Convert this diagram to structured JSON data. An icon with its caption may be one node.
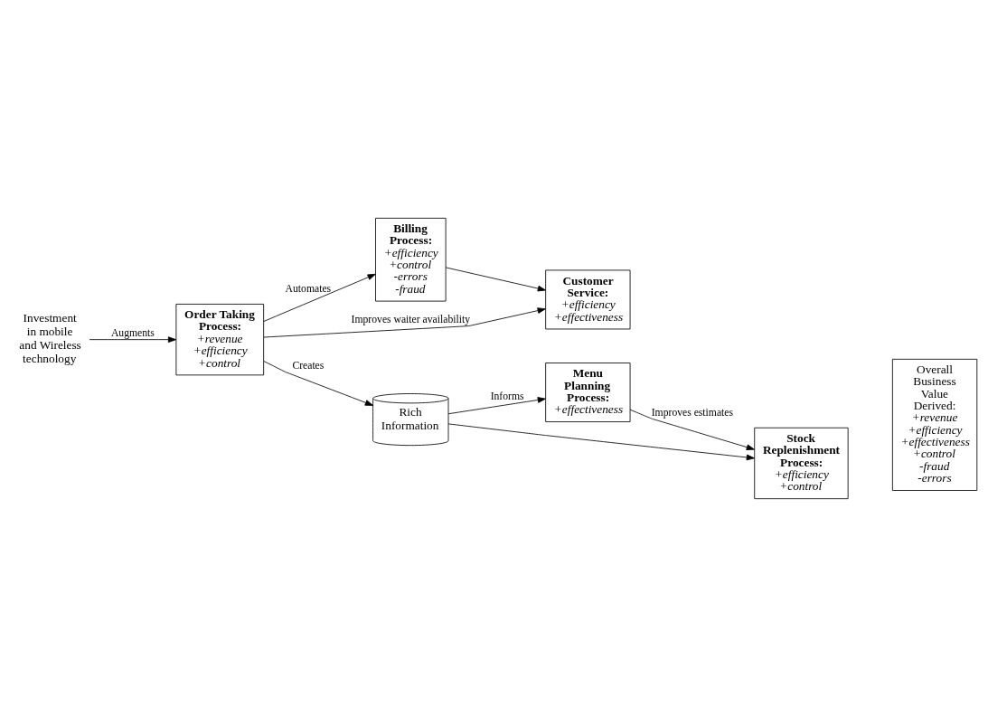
{
  "diagram": {
    "nodes": [
      {
        "text": [
          "Order Taking Process:",
          "+revenue",
          "+efficiency",
          "+control"
        ]
      },
      {
        "text": [
          "Billing Process:",
          "+efficiency",
          "+control",
          "-errors",
          "-fraud"
        ]
      },
      {
        "text": [
          "Customer Service:",
          "+efficiency",
          "+effectiveness"
        ]
      },
      {
        "text": [
          "Menu Planning Process:",
          "+effectiveness"
        ]
      },
      {
        "text": [
          "Rich Information"
        ]
      },
      {
        "text": [
          "Stock Replenishment Process:",
          "+efficiency",
          "+control"
        ]
      },
      {
        "text": [
          "Overall Business Value Derived:",
          "+revenue",
          "+efficiency",
          "+effectiveness",
          "+control",
          "-fraud",
          "-errors"
        ]
      },
      {
        "text": [
          "Investment in mobile and Wireless technology"
        ]
      }
    ],
    "edges": [
      {
        "from": 7,
        "to": 0,
        "arrow": "to",
        "label": "Augments"
      },
      {
        "from": 0,
        "to": 1,
        "arrow": "to",
        "label": "Automates"
      },
      {
        "from": 0,
        "to": 2,
        "arrow": "to",
        "label": "Improves waiter availability"
      },
      {
        "from": 1,
        "to": 2,
        "arrow": "to"
      },
      {
        "from": 0,
        "to": 4,
        "arrow": "to",
        "label": "Creates"
      },
      {
        "from": 4,
        "to": 3,
        "arrow": "to",
        "label": "Informs"
      },
      {
        "from": 4,
        "to": 5,
        "arrow": "to"
      },
      {
        "from": 3,
        "to": 5,
        "arrow": "to",
        "label": "Improves estimates"
      }
    ]
  }
}
